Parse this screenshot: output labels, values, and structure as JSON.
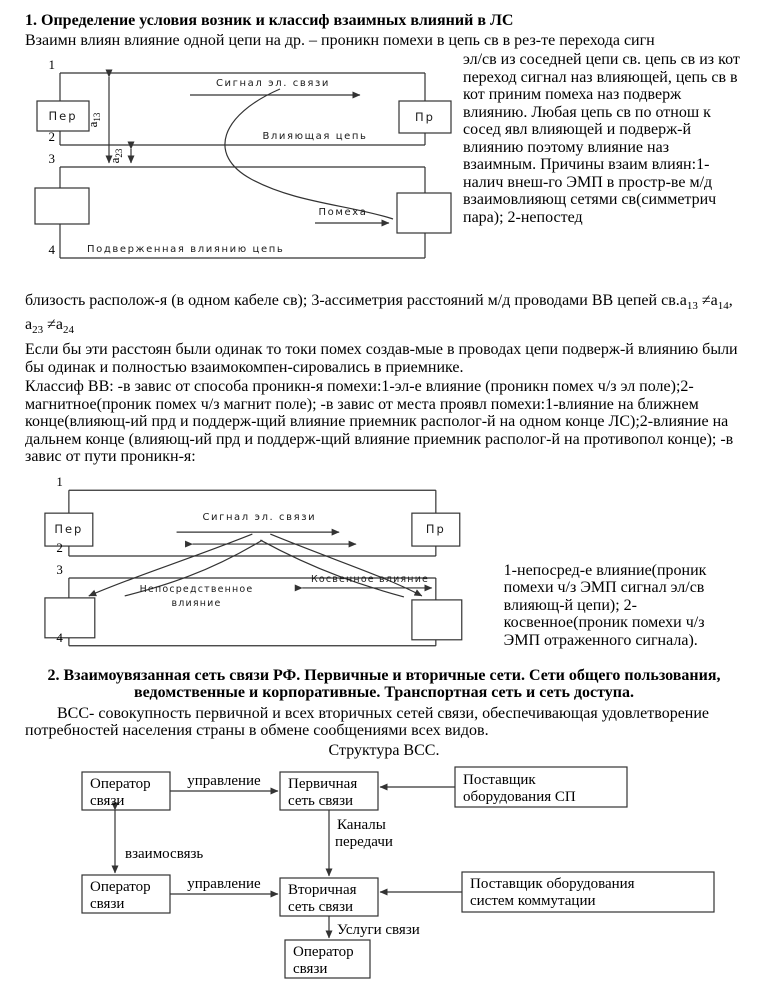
{
  "section1": {
    "title": "1. Определение условия возник и классиф взаимных влияний в ЛС",
    "para_line1": "Взаимн влиян  влияние одной цепи на др. – проникн помехи в цепь св в рез-те перехода сигн",
    "para_wrap": "эл/св из соседней цепи св. цепь св из кот переход сигнал наз влияющей, цепь св в кот приним помеха наз подверж влиянию. Любая цепь св по отнош к сосед явл влияющей и подверж-й влиянию поэтому влияние наз взаимным. Причины взаим влиян:1-налич внеш-го ЭМП в простр-ве м/д взаимовлияющ сетями св(симметрич пара); 2-непостед",
    "para_cont": "близость располож-я (в одном кабеле св); 3-ассиметрия расстояний м/д проводами ВВ цепей ",
    "formula": [
      "св.а",
      "13",
      " ≠а",
      "14",
      ", а",
      "23",
      " ≠а",
      "24"
    ],
    "para2": "Если бы эти расстоян были одинак то токи помех создав-мые в проводах цепи подверж-й влиянию были бы одинак и полностью взаимокомпен-сировались в приемнике.",
    "para3": "Классиф ВВ: -в завис от способа проникн-я помехи:1-эл-е влияние (проникн помех ч/з эл поле);2-магнитное(проник помех ч/з магнит поле); -в завис от места проявл помехи:1-влияние на ближнем конце(влияющ-ий прд и поддерж-щий влияние приемник располог-й на одном конце ЛС);2-влияние на дальнем конце (влияющ-ий прд и поддерж-щий влияние приемник располог-й на противопол конце); -в завис от пути проникн-я:"
  },
  "diagram1": {
    "num1": "1",
    "num2": "2",
    "num3": "3",
    "num4": "4",
    "transmitter": "Пер",
    "receiver": "Пр",
    "signal": "Сигнал эл. связи",
    "influencing": "Влияющая цепь",
    "noise": "Помеха",
    "subject": "Подверженная влиянию цепь",
    "a13_base": "а",
    "a13_sub": "13",
    "a23_base": "а",
    "a23_sub": "23"
  },
  "diagram2": {
    "num1": "1",
    "num2": "2",
    "num3": "3",
    "num4": "4",
    "transmitter": "Пер",
    "receiver": "Пр",
    "signal": "Сигнал эл. связи",
    "direct1": "Непосредственное",
    "direct2": "влияние",
    "indirect": "Косвенное влияние",
    "note": "1-непосред-е влияние(проник помехи ч/з ЭМП сигнал эл/св влияющ-й цепи); 2-косвенное(проник помехи ч/з ЭМП отраженного сигнала)."
  },
  "section2": {
    "title": "2. Взаимоувязанная сеть связи РФ. Первичные и вторичные сети. Сети общего пользования, ведомственные и корпоративные. Транспортная сеть и сеть доступа.",
    "para": "ВСС- совокупность первичной и всех вторичных сетей связи, обеспечивающая удовлетворение потребностей населения страны в обмене сообщениями всех видов.",
    "subtitle": "Структура ВСС."
  },
  "flowchart": {
    "op1_l1": "Оператор",
    "op1_l2": "связи",
    "primary_l1": "Первичная",
    "primary_l2": "сеть связи",
    "sup1_l1": "Поставщик",
    "sup1_l2": "оборудования СП",
    "op2_l1": "Оператор",
    "op2_l2": "связи",
    "secondary_l1": "Вторичная",
    "secondary_l2": "сеть связи",
    "sup2_l1": "Поставщик оборудования",
    "sup2_l2": "систем коммутации",
    "op3_l1": "Оператор",
    "op3_l2": "связи",
    "control1": "управление",
    "control2": "управление",
    "interlink": "взаимосвязь",
    "channels_l1": "Каналы",
    "channels_l2": "передачи",
    "services": "Услуги связи"
  }
}
